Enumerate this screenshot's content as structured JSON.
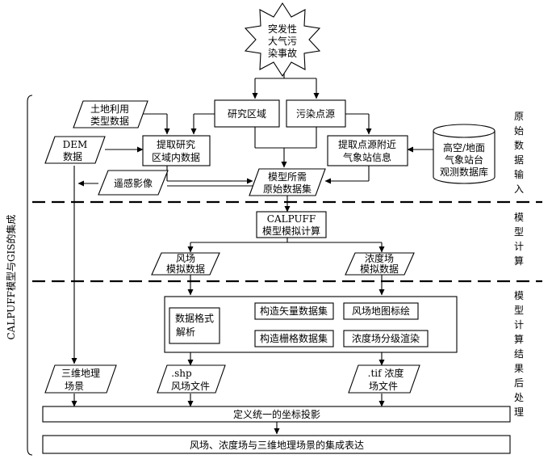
{
  "start_event": [
    "突发性",
    "大气污",
    "染事故"
  ],
  "nodes": {
    "land_use": [
      "土地利用",
      "类型数据"
    ],
    "study_area": [
      "研究区域"
    ],
    "pollution_source": [
      "污染点源"
    ],
    "dem": [
      "DEM",
      "数据"
    ],
    "extract_study": [
      "提取研究",
      "区域内数据"
    ],
    "extract_station": [
      "提取点源附近",
      "气象站信息"
    ],
    "station_db": [
      "高空/地面",
      "气象站台",
      "观测数据库"
    ],
    "remote_sensing": [
      "遥感影像"
    ],
    "model_raw": [
      "模型所需",
      "原始数据集"
    ],
    "calpuff": [
      "CALPUFF",
      "模型模拟计算"
    ],
    "wind_sim": [
      "风场",
      "模拟数据"
    ],
    "conc_sim": [
      "浓度场",
      "模拟数据"
    ],
    "format_parse": [
      "数据格式",
      "解析"
    ],
    "vector_build": [
      "构造矢量数据集"
    ],
    "raster_build": [
      "构造栅格数据集"
    ],
    "wind_map": [
      "风场地图标绘"
    ],
    "conc_render": [
      "浓度场分级渲染"
    ],
    "terrain_3d": [
      "三维地理",
      "场景"
    ],
    "shp_file": [
      ".shp",
      "风场文件"
    ],
    "tif_file": [
      ".tif 浓度",
      "场文件"
    ],
    "coord": [
      "定义统一的坐标投影"
    ],
    "integration": [
      "风场、浓度场与三维地理场景的集成表达"
    ]
  },
  "stages": {
    "input": [
      "原",
      "始",
      "数",
      "据",
      "输",
      "入"
    ],
    "compute": [
      "模",
      "型",
      "计",
      "算"
    ],
    "post": [
      "模",
      "型",
      "计",
      "算",
      "结",
      "果",
      "后",
      "处",
      "理"
    ]
  },
  "side_label": "CALPUFF模型与GIS的集成"
}
